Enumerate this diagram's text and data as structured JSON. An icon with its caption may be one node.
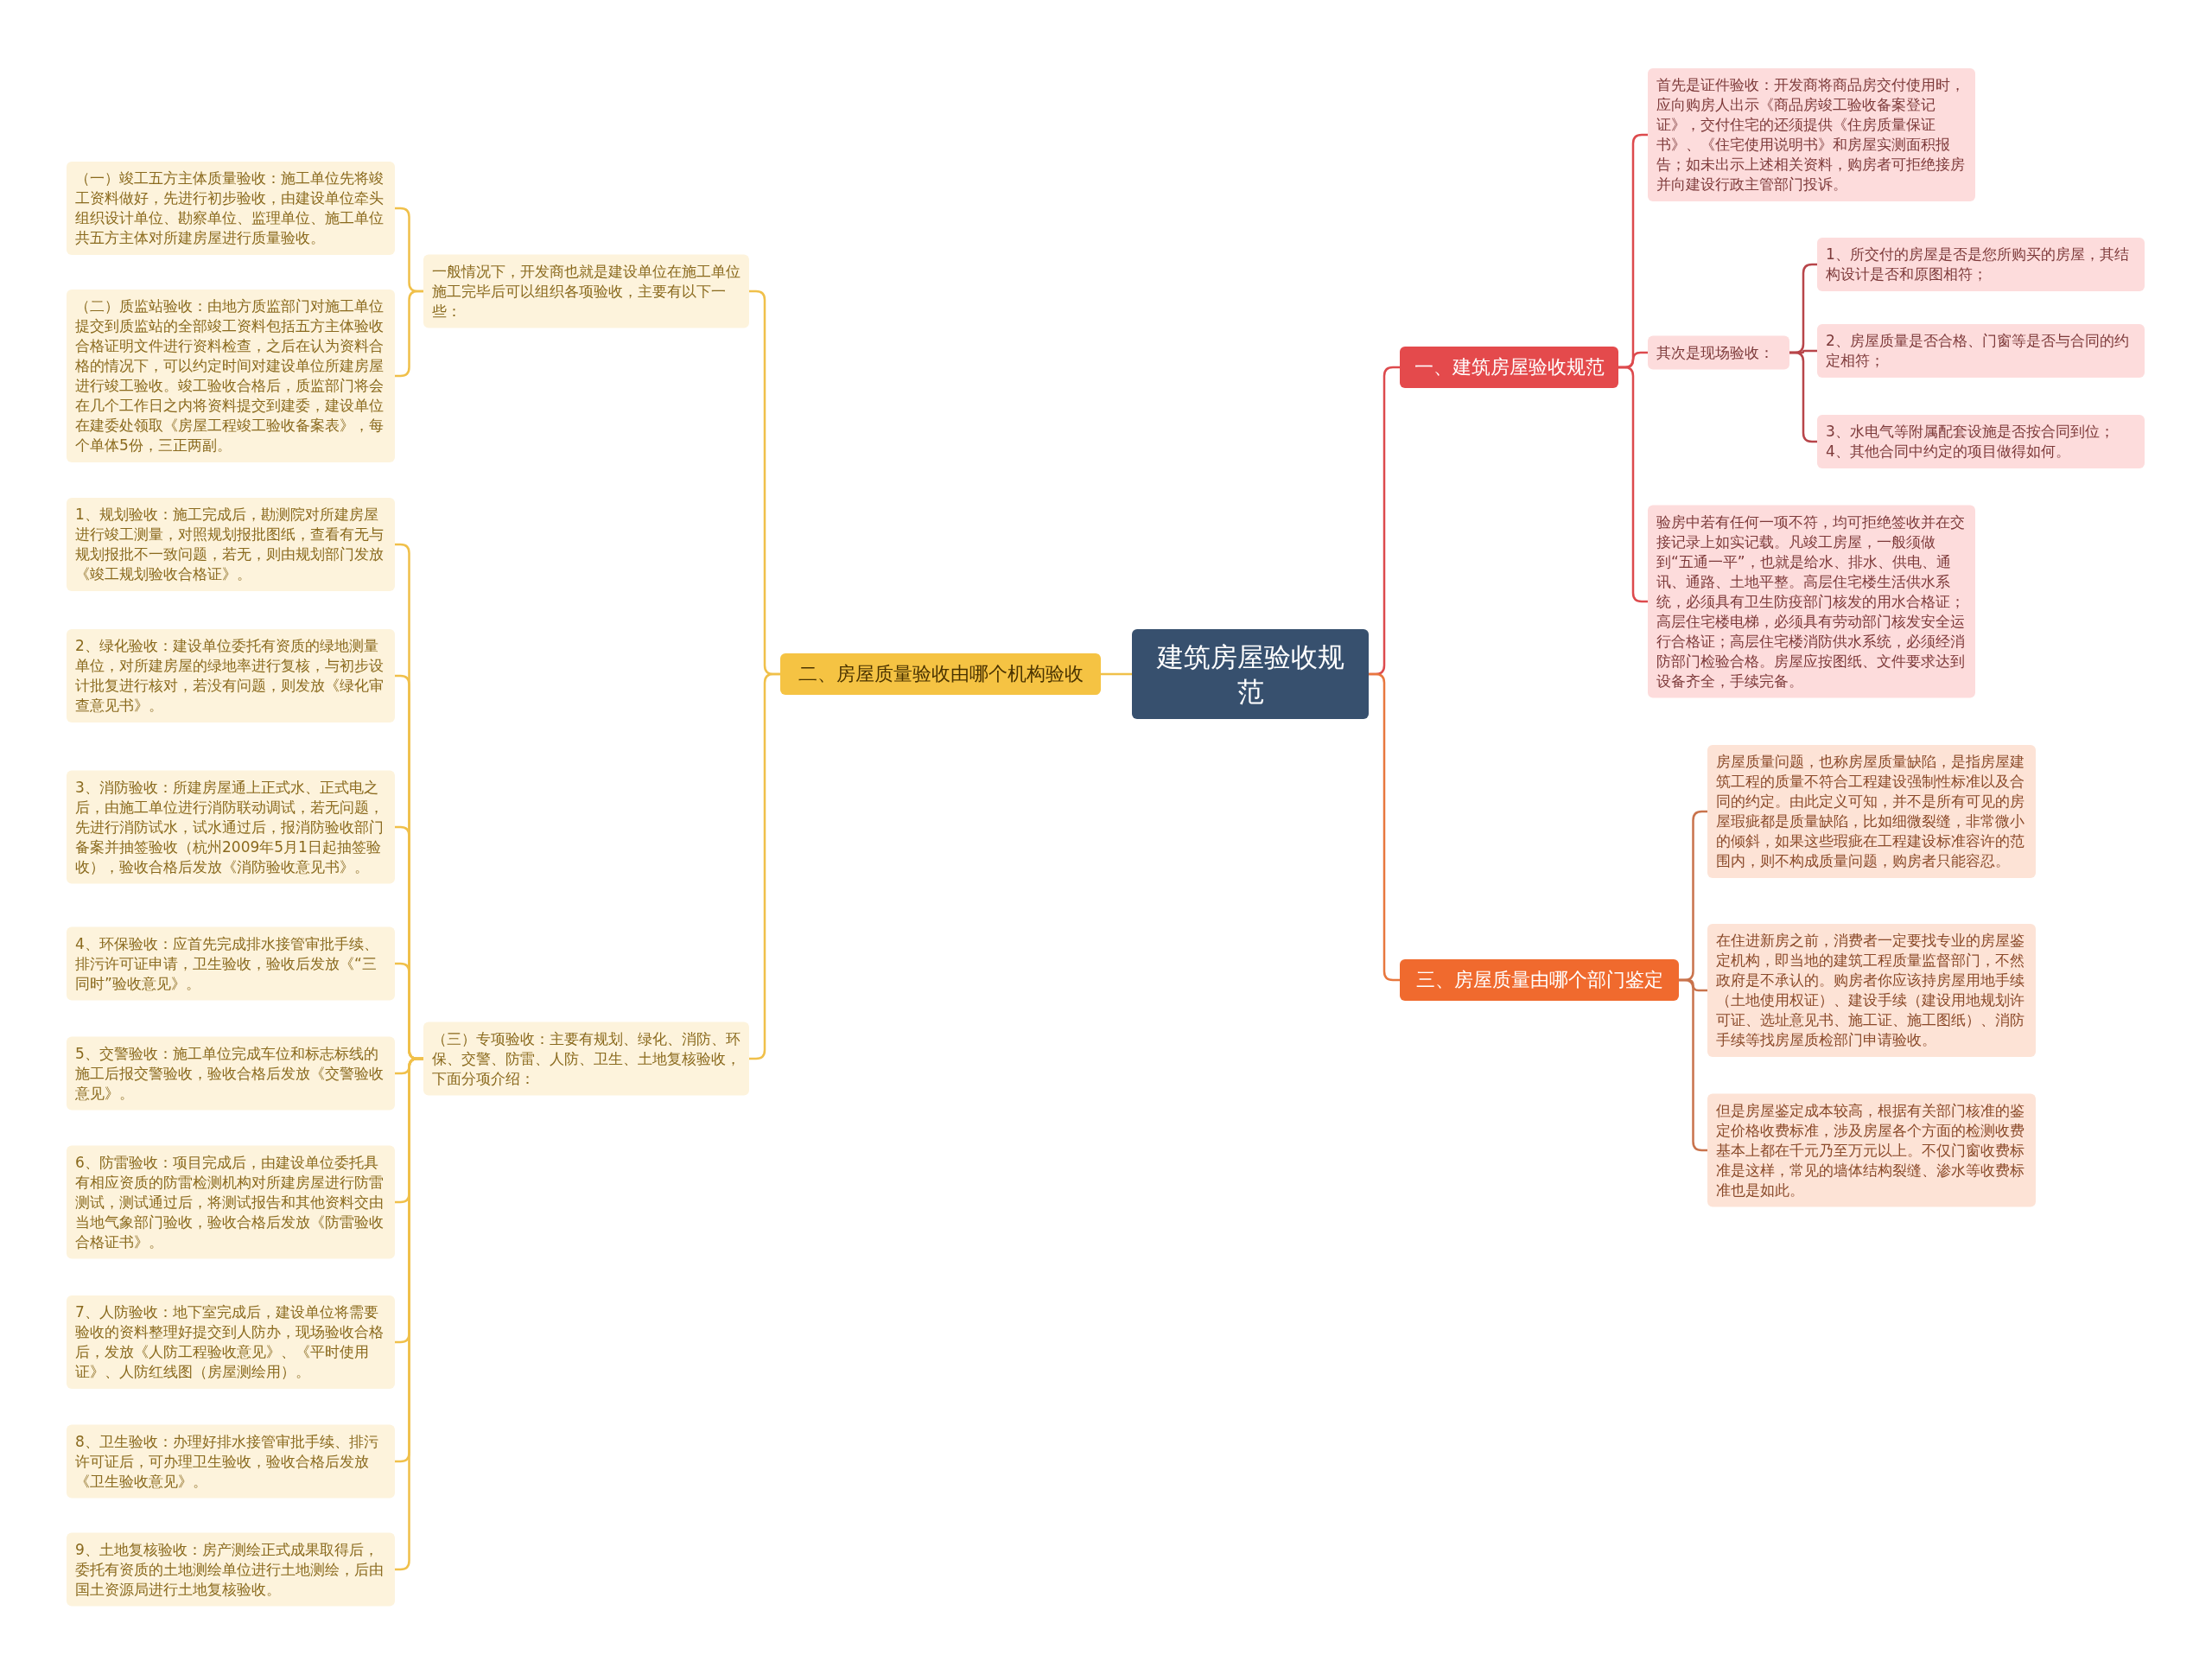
{
  "diagram": {
    "nodes": [
      {
        "text": [
          "建筑房屋验收规范"
        ]
      },
      {
        "text": [
          "一、建筑房屋验收规范"
        ]
      },
      {
        "text": [
          "二、房屋质量验收由哪个机构验收"
        ]
      },
      {
        "text": [
          "三、房屋质量由哪个部门鉴定"
        ]
      },
      {
        "text": [
          "首先是证件验收：开发商将商品房交付使用时，应向购房人出示《商品房竣工验收备案登记证》，交付住宅的还须提供《住房质量保证书》、《住宅使用说明书》和房屋实测面积报告；如未出示上述相关资料，购房者可拒绝接房并向建设行政主管部门投诉。"
        ]
      },
      {
        "text": [
          "其次是现场验收："
        ]
      },
      {
        "text": [
          "1、所交付的房屋是否是您所购买的房屋，其结构设计是否和原图相符；"
        ]
      },
      {
        "text": [
          "2、房屋质量是否合格、门窗等是否与合同的约定相符；"
        ]
      },
      {
        "text": [
          "3、水电气等附属配套设施是否按合同到位； 4、其他合同中约定的项目做得如何。"
        ]
      },
      {
        "text": [
          "验房中若有任何一项不符，均可拒绝签收并在交接记录上如实记载。凡竣工房屋，一般须做到“五通一平”，也就是给水、排水、供电、通讯、通路、土地平整。高层住宅楼生活供水系统，必须具有卫生防疫部门核发的用水合格证；高层住宅楼电梯，必须具有劳动部门核发安全运行合格证；高层住宅楼消防供水系统，必须经消防部门检验合格。房屋应按图纸、文件要求达到设备齐全，手续完备。"
        ]
      },
      {
        "text": [
          "房屋质量问题，也称房屋质量缺陷，是指房屋建筑工程的质量不符合工程建设强制性标准以及合同的约定。由此定义可知，并不是所有可见的房屋瑕疵都是质量缺陷，比如细微裂缝，非常微小的倾斜，如果这些瑕疵在工程建设标准容许的范围内，则不构成质量问题，购房者只能容忍。"
        ]
      },
      {
        "text": [
          "在住进新房之前，消费者一定要找专业的房屋鉴定机构，即当地的建筑工程质量监督部门，不然政府是不承认的。购房者你应该持房屋用地手续（土地使用权证）、建设手续（建设用地规划许可证、选址意见书、施工证、施工图纸）、消防手续等找房屋质检部门申请验收。"
        ]
      },
      {
        "text": [
          "但是房屋鉴定成本较高，根据有关部门核准的鉴定价格收费标准，涉及房屋各个方面的检测收费基本上都在千元乃至万元以上。不仅门窗收费标准是这样，常见的墙体结构裂缝、渗水等收费标准也是如此。"
        ]
      },
      {
        "text": [
          "一般情况下，开发商也就是建设单位在施工单位施工完毕后可以组织各项验收，主要有以下一些："
        ]
      },
      {
        "text": [
          "（三）专项验收：主要有规划、绿化、消防、环保、交警、防雷、人防、卫生、土地复核验收，下面分项介绍："
        ]
      },
      {
        "text": [
          "（一）竣工五方主体质量验收：施工单位先将竣工资料做好，先进行初步验收，由建设单位牵头组织设计单位、勘察单位、监理单位、施工单位共五方主体对所建房屋进行质量验收。"
        ]
      },
      {
        "text": [
          "（二）质监站验收：由地方质监部门对施工单位提交到质监站的全部竣工资料包括五方主体验收合格证明文件进行资料检查，之后在认为资料合格的情况下，可以约定时间对建设单位所建房屋进行竣工验收。竣工验收合格后，质监部门将会在几个工作日之内将资料提交到建委，建设单位在建委处领取《房屋工程竣工验收备案表》，每个单体5份，三正两副。"
        ]
      },
      {
        "text": [
          "1、规划验收：施工完成后，勘测院对所建房屋进行竣工测量，对照规划报批图纸，查看有无与规划报批不一致问题，若无，则由规划部门发放《竣工规划验收合格证》。"
        ]
      },
      {
        "text": [
          "2、绿化验收：建设单位委托有资质的绿地测量单位，对所建房屋的绿地率进行复核，与初步设计批复进行核对，若没有问题，则发放《绿化审查意见书》。"
        ]
      },
      {
        "text": [
          "3、消防验收：所建房屋通上正式水、正式电之后，由施工单位进行消防联动调试，若无问题，先进行消防试水，试水通过后，报消防验收部门备案并抽签验收（杭州2009年5月1日起抽签验收），验收合格后发放《消防验收意见书》。"
        ]
      },
      {
        "text": [
          "4、环保验收：应首先完成排水接管审批手续、排污许可证申请，卫生验收，验收后发放《“三同时”验收意见》。"
        ]
      },
      {
        "text": [
          "5、交警验收：施工单位完成车位和标志标线的施工后报交警验收，验收合格后发放《交警验收意见》。"
        ]
      },
      {
        "text": [
          "6、防雷验收：项目完成后，由建设单位委托具有相应资质的防雷检测机构对所建房屋进行防雷测试，测试通过后，将测试报告和其他资料交由当地气象部门验收，验收合格后发放《防雷验收合格证书》。"
        ]
      },
      {
        "text": [
          "7、人防验收：地下室完成后，建设单位将需要验收的资料整理好提交到人防办，现场验收合格后，发放《人防工程验收意见》、《平时使用证》、人防红线图（房屋测绘用）。"
        ]
      },
      {
        "text": [
          "8、卫生验收：办理好排水接管审批手续、排污许可证后，可办理卫生验收，验收合格后发放《卫生验收意见》。"
        ]
      },
      {
        "text": [
          "9、土地复核验收：房产测绘正式成果取得后，委托有资质的土地测绘单位进行土地测绘，后由国土资源局进行土地复核验收。"
        ]
      }
    ],
    "edges": [
      {
        "from": 0,
        "to": 1,
        "arrow": "none",
        "color": "#dd4a4d"
      },
      {
        "from": 0,
        "to": 2,
        "arrow": "none"
      },
      {
        "from": 0,
        "to": 3,
        "arrow": "none",
        "color": "#e8773e"
      },
      {
        "from": 1,
        "to": 4,
        "arrow": "none",
        "color": "#dd4a4d"
      },
      {
        "from": 1,
        "to": 5,
        "arrow": "none",
        "color": "#dd4a4d"
      },
      {
        "from": 1,
        "to": 9,
        "arrow": "none",
        "color": "#dd4a4d"
      },
      {
        "from": 5,
        "to": 6,
        "arrow": "none",
        "color": "#b8454a"
      },
      {
        "from": 5,
        "to": 7,
        "arrow": "none",
        "color": "#b8454a"
      },
      {
        "from": 5,
        "to": 8,
        "arrow": "none",
        "color": "#b8454a"
      },
      {
        "from": 3,
        "to": 10,
        "arrow": "none",
        "color": "#c9734c"
      },
      {
        "from": 3,
        "to": 11,
        "arrow": "none",
        "color": "#c9734c"
      },
      {
        "from": 3,
        "to": 12,
        "arrow": "none",
        "color": "#c9734c"
      },
      {
        "from": 2,
        "to": 13,
        "arrow": "none"
      },
      {
        "from": 2,
        "to": 14,
        "arrow": "none"
      },
      {
        "from": 13,
        "to": 15,
        "arrow": "none"
      },
      {
        "from": 13,
        "to": 16,
        "arrow": "none"
      },
      {
        "from": 14,
        "to": 17,
        "arrow": "none"
      },
      {
        "from": 14,
        "to": 18,
        "arrow": "none"
      },
      {
        "from": 14,
        "to": 19,
        "arrow": "none"
      },
      {
        "from": 14,
        "to": 20,
        "arrow": "none"
      },
      {
        "from": 14,
        "to": 21,
        "arrow": "none"
      },
      {
        "from": 14,
        "to": 22,
        "arrow": "none"
      },
      {
        "from": 14,
        "to": 23,
        "arrow": "none"
      },
      {
        "from": 14,
        "to": 24,
        "arrow": "none"
      },
      {
        "from": 14,
        "to": 25,
        "arrow": "none"
      }
    ]
  }
}
